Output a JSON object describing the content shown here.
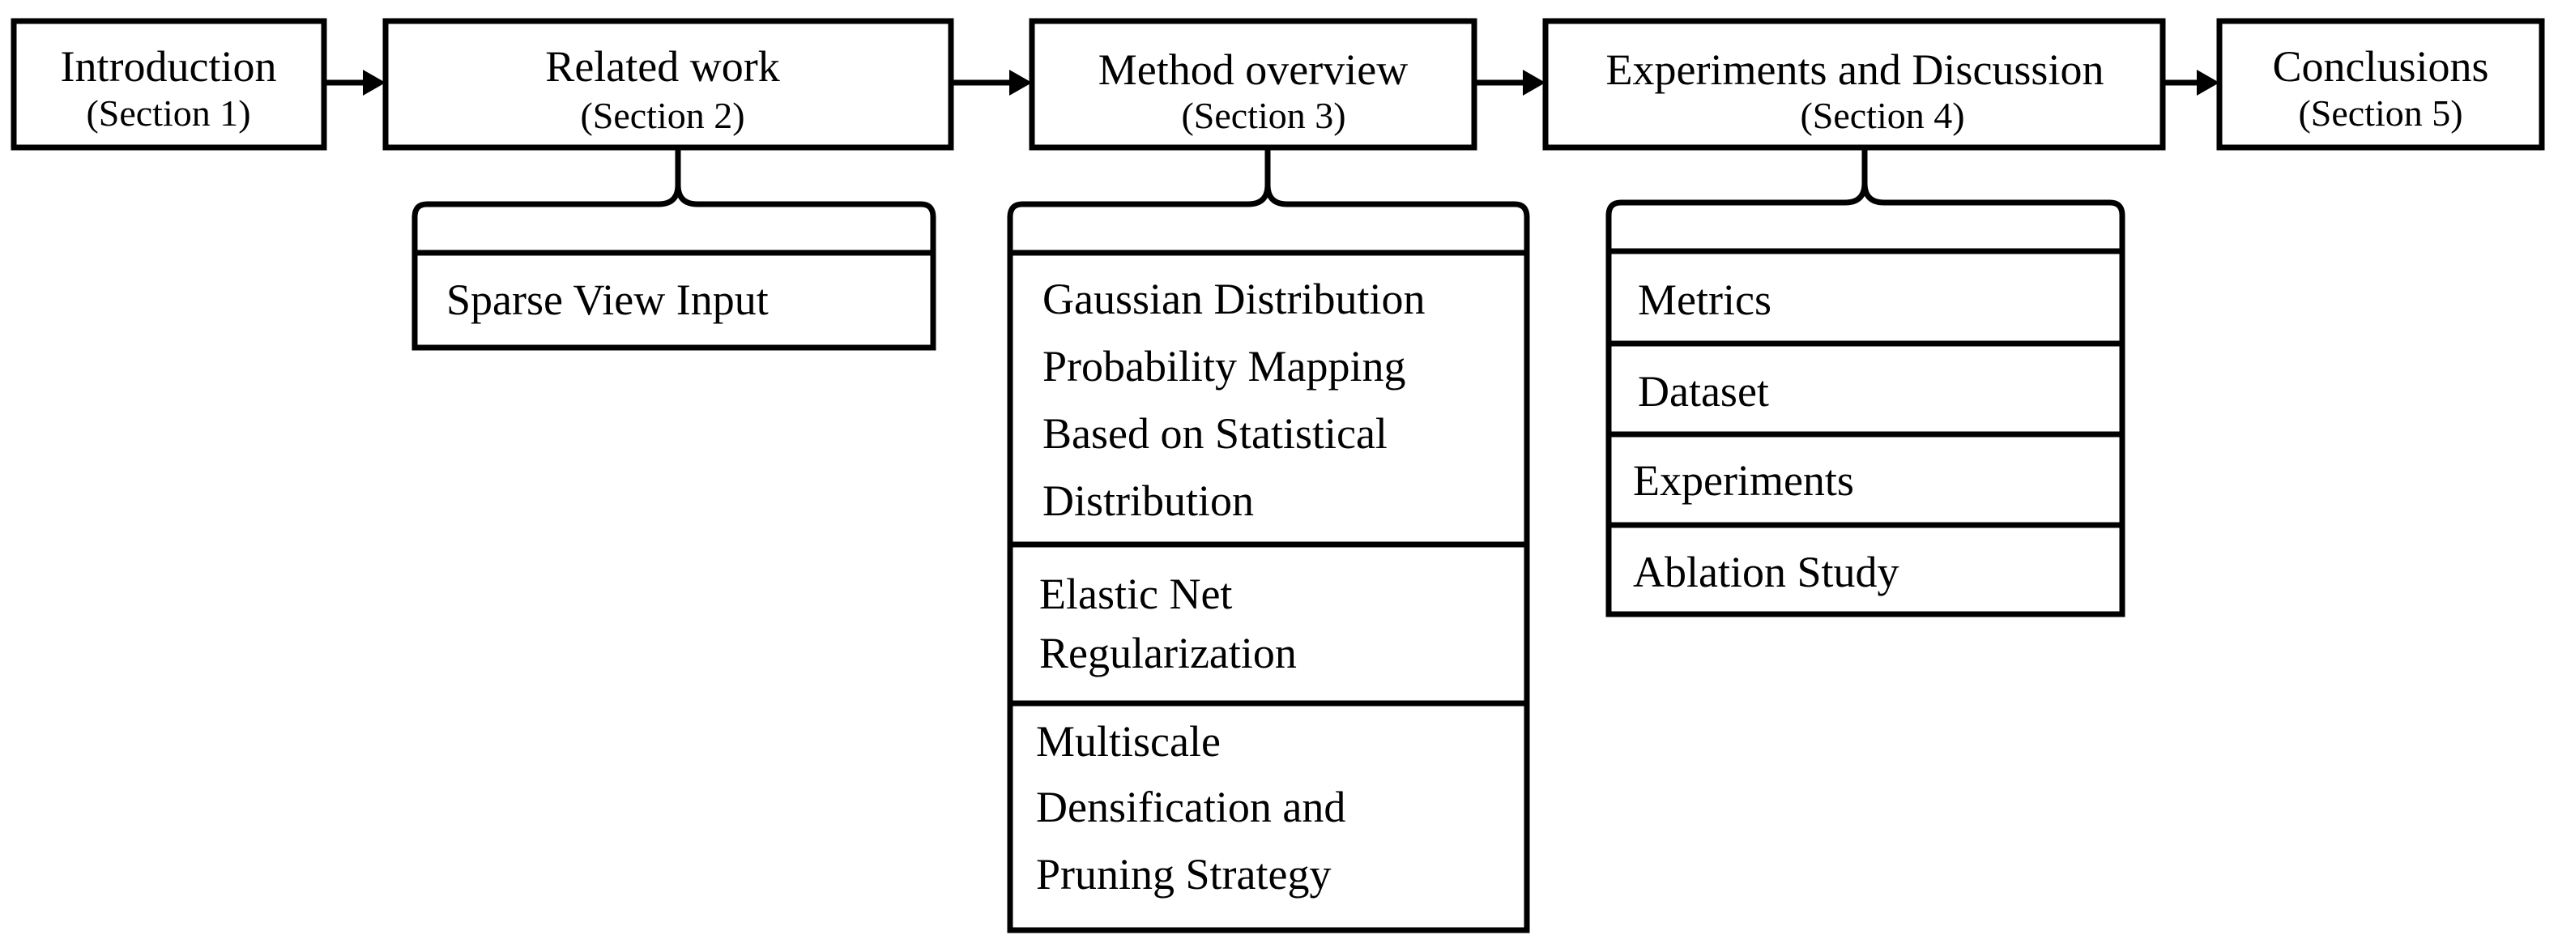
{
  "sections": [
    {
      "title": "Introduction",
      "subtitle": "(Section 1)"
    },
    {
      "title": "Related work",
      "subtitle": "(Section 2)"
    },
    {
      "title": "Method overview",
      "subtitle": "(Section 3)"
    },
    {
      "title": "Experiments and Discussion",
      "subtitle": "(Section 4)"
    },
    {
      "title": "Conclusions",
      "subtitle": "(Section 5)"
    }
  ],
  "related_work_items": [
    {
      "lines": [
        "Sparse View Input"
      ]
    }
  ],
  "method_items": [
    {
      "lines": [
        "Gaussian Distribution",
        "Probability Mapping",
        "Based on Statistical",
        "Distribution"
      ]
    },
    {
      "lines": [
        "Elastic Net",
        "Regularization"
      ]
    },
    {
      "lines": [
        "Multiscale",
        "Densification and",
        "Pruning Strategy"
      ]
    }
  ],
  "experiment_items": [
    {
      "lines": [
        "Metrics"
      ]
    },
    {
      "lines": [
        "Dataset"
      ]
    },
    {
      "lines": [
        "Experiments"
      ]
    },
    {
      "lines": [
        "Ablation Study"
      ]
    }
  ]
}
